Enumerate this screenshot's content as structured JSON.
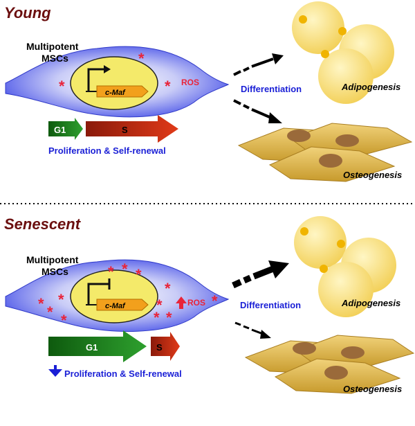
{
  "panels": {
    "young": {
      "heading": "Young",
      "cell_label_line1": "Multipotent",
      "cell_label_line2": "MSCs",
      "gene": "c-Maf",
      "ros": "ROS",
      "phase_g1": "G1",
      "phase_s": "S",
      "proliferation": "Proliferation & Self-renewal",
      "differentiation": "Differentiation",
      "adipogenesis": "Adipogenesis",
      "osteogenesis": "Osteogenesis"
    },
    "senescent": {
      "heading": "Senescent",
      "cell_label_line1": "Multipotent",
      "cell_label_line2": "MSCs",
      "gene": "c-Maf",
      "ros": "ROS",
      "phase_g1": "G1",
      "phase_s": "S",
      "proliferation": "Proliferation & Self-renewal",
      "differentiation": "Differentiation",
      "adipogenesis": "Adipogenesis",
      "osteogenesis": "Osteogenesis"
    }
  },
  "colors": {
    "heading": "#6b0f0f",
    "cell_blue": "#3b46e6",
    "nucleus": "#f4ea6a",
    "ros_red": "#e8243a",
    "text_blue": "#1a1fd6",
    "g1_green": "#1f7a1f",
    "s_red": "#b52a12",
    "gene_orange": "#f2a01c",
    "adipocyte": "#f7dc72",
    "osteocyte": "#d9b34a",
    "osteo_nucleus": "#9a6a3a"
  }
}
